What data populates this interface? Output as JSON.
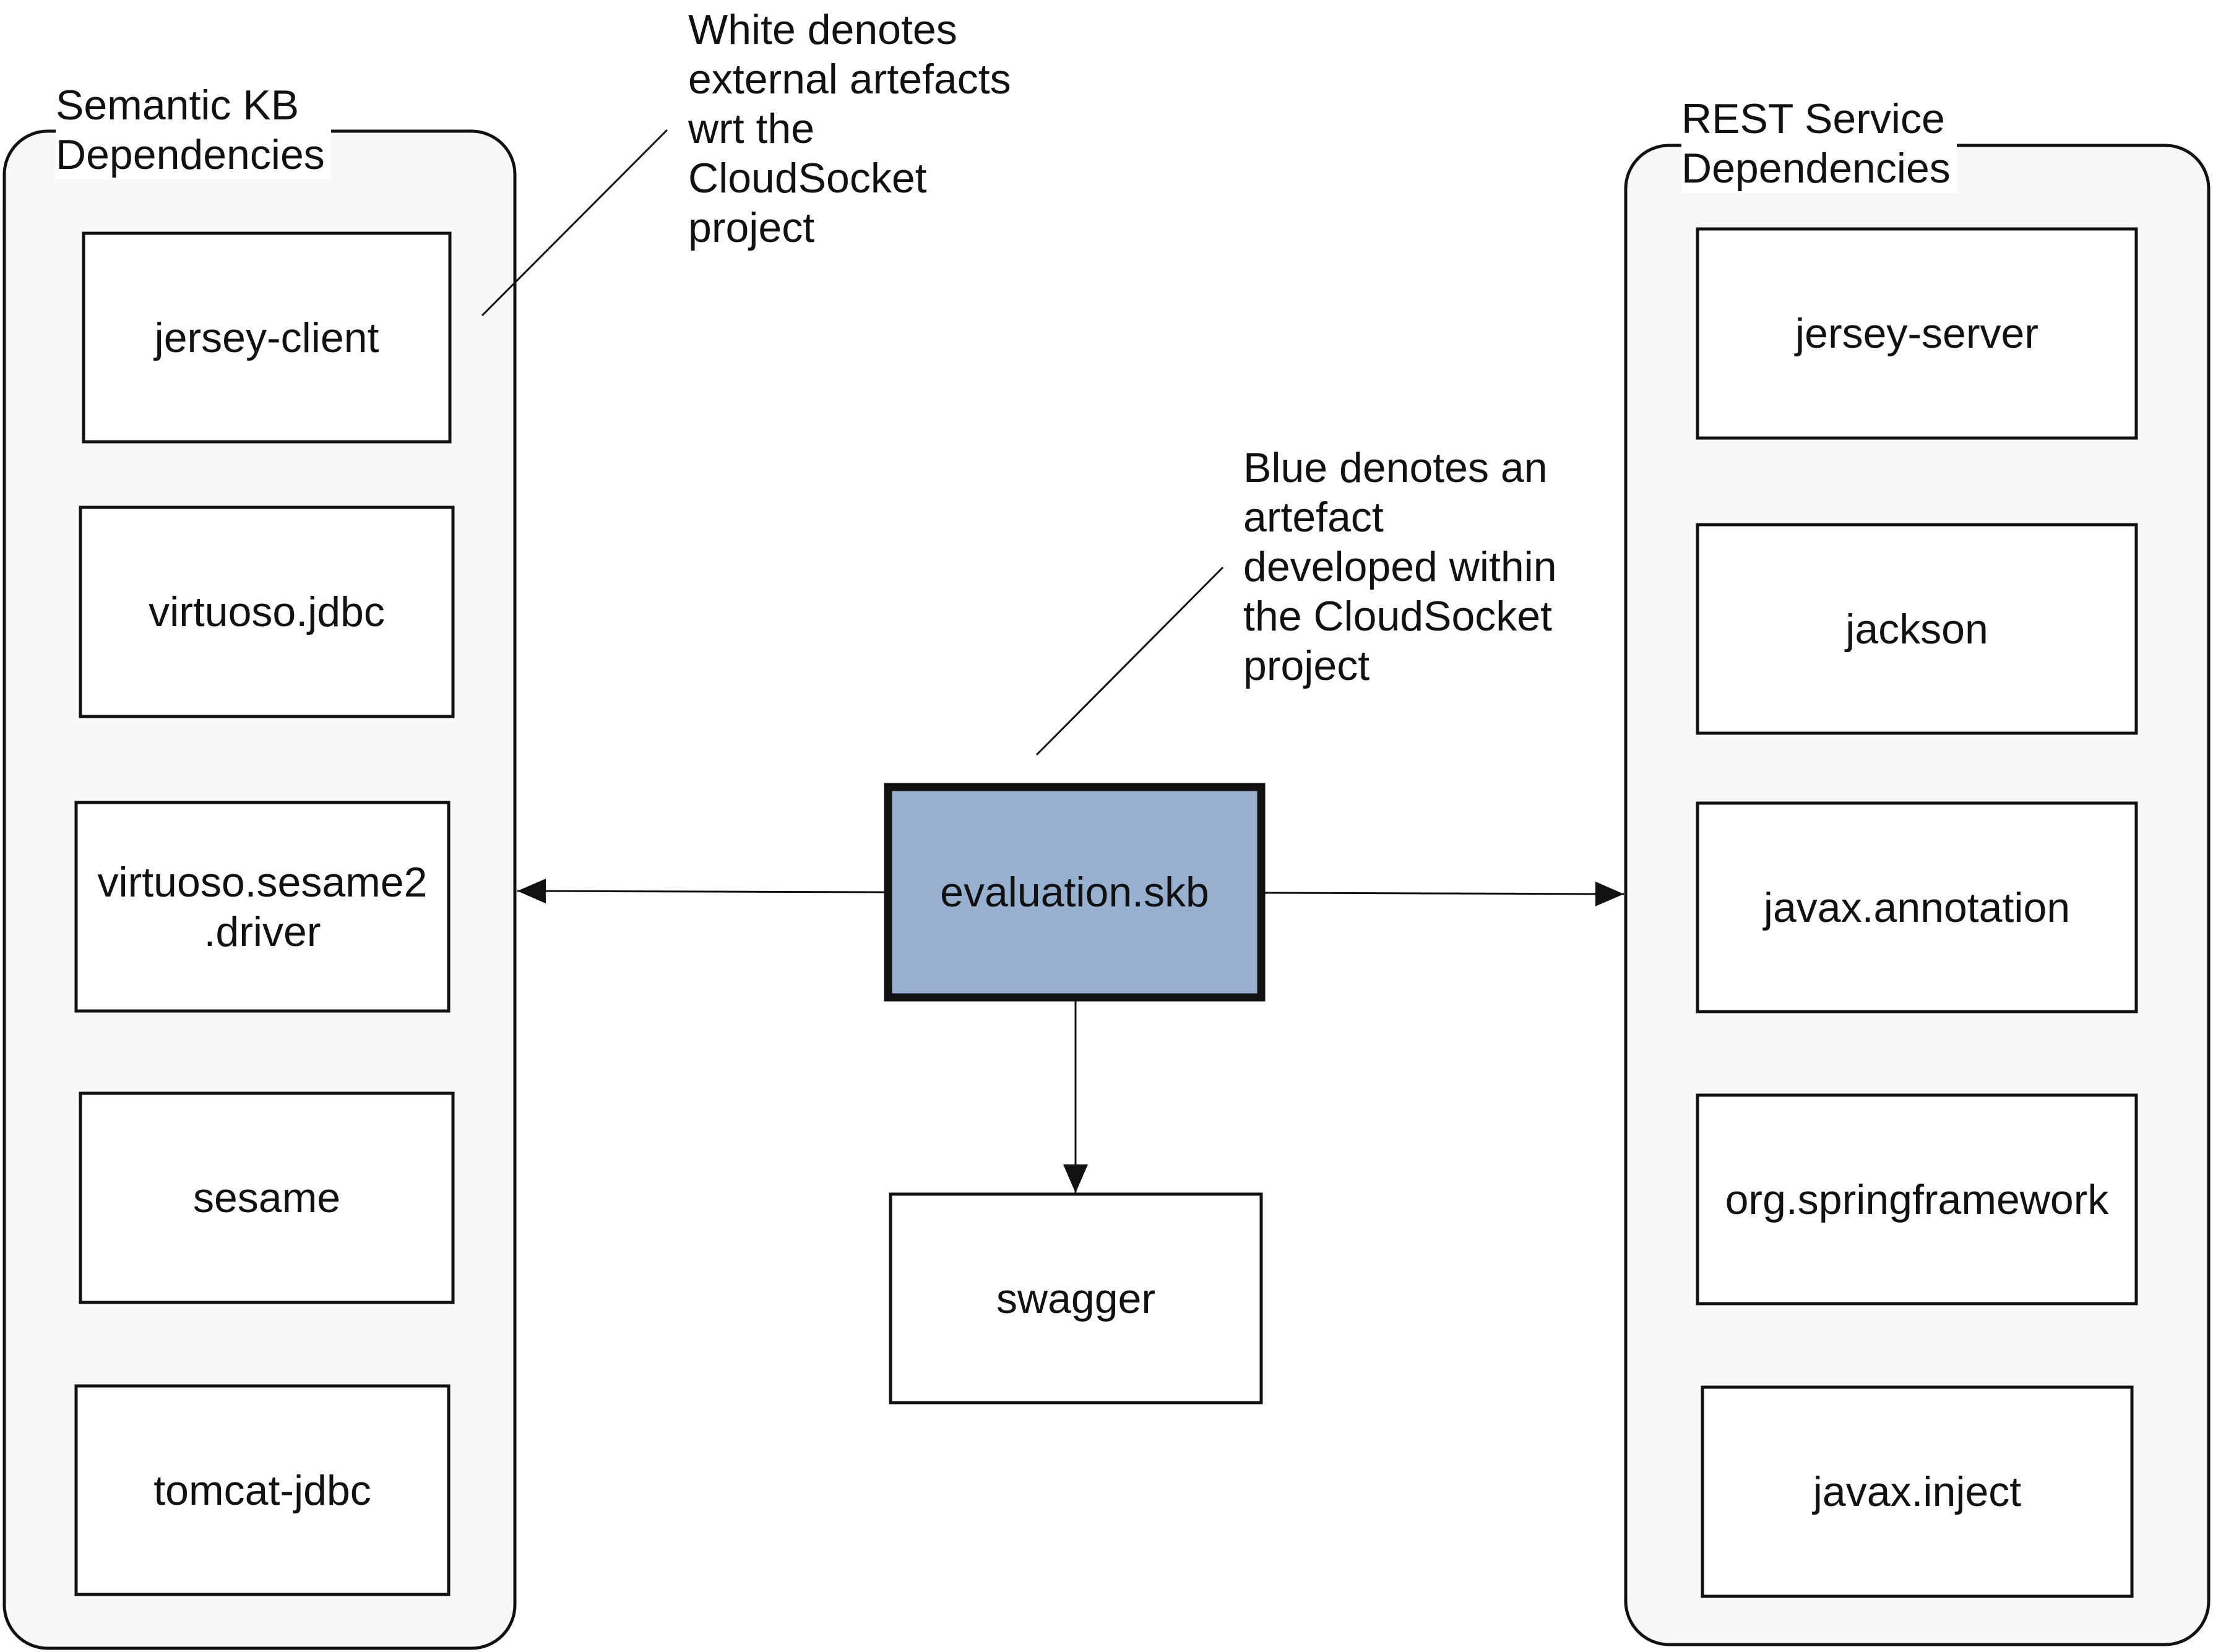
{
  "groups": {
    "left": {
      "title": "Semantic KB\nDependencies",
      "items": [
        {
          "label": "jersey-client"
        },
        {
          "label": "virtuoso.jdbc"
        },
        {
          "label": "virtuoso.sesame2\n.driver"
        },
        {
          "label": "sesame"
        },
        {
          "label": "tomcat-jdbc"
        }
      ]
    },
    "right": {
      "title": "REST Service\nDependencies",
      "items": [
        {
          "label": "jersey-server"
        },
        {
          "label": "jackson"
        },
        {
          "label": "javax.annotation"
        },
        {
          "label": "org.springframework"
        },
        {
          "label": "javax.inject"
        }
      ]
    }
  },
  "center": {
    "main": "evaluation.skb",
    "below": "swagger"
  },
  "notes": {
    "white": "White denotes\nexternal artefacts\nwrt the\nCloudSocket\nproject",
    "blue": "Blue denotes an\nartefact\ndeveloped within\nthe CloudSocket\nproject"
  },
  "colors": {
    "internal_fill": "#97b0d0",
    "external_fill": "#ffffff",
    "group_fill": "#f8f8f8",
    "stroke": "#111111"
  }
}
